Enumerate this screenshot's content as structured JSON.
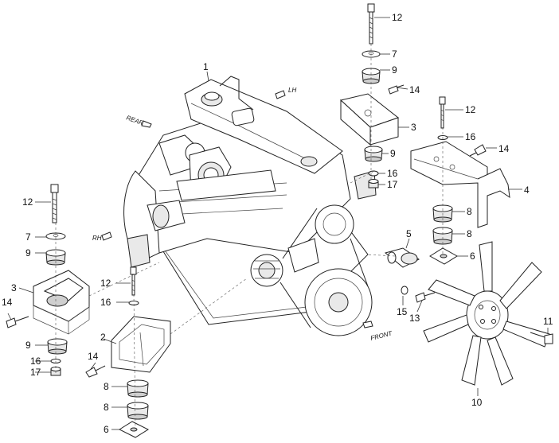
{
  "callouts": [
    {
      "id": "c1",
      "text": "1"
    },
    {
      "id": "c12a",
      "text": "12"
    },
    {
      "id": "c7a",
      "text": "7"
    },
    {
      "id": "c9a",
      "text": "9"
    },
    {
      "id": "c14a",
      "text": "14"
    },
    {
      "id": "c3a",
      "text": "3"
    },
    {
      "id": "c12b",
      "text": "12"
    },
    {
      "id": "c16a",
      "text": "16"
    },
    {
      "id": "c14b",
      "text": "14"
    },
    {
      "id": "c9b",
      "text": "9"
    },
    {
      "id": "c16b",
      "text": "16"
    },
    {
      "id": "c17a",
      "text": "17"
    },
    {
      "id": "c4",
      "text": "4"
    },
    {
      "id": "c8a",
      "text": "8"
    },
    {
      "id": "c8b",
      "text": "8"
    },
    {
      "id": "c6a",
      "text": "6"
    },
    {
      "id": "c5",
      "text": "5"
    },
    {
      "id": "c12c",
      "text": "12"
    },
    {
      "id": "c7b",
      "text": "7"
    },
    {
      "id": "c9c",
      "text": "9"
    },
    {
      "id": "c3b",
      "text": "3"
    },
    {
      "id": "c14c",
      "text": "14"
    },
    {
      "id": "c9d",
      "text": "9"
    },
    {
      "id": "c16c",
      "text": "16"
    },
    {
      "id": "c17b",
      "text": "17"
    },
    {
      "id": "c12d",
      "text": "12"
    },
    {
      "id": "c16d",
      "text": "16"
    },
    {
      "id": "c2",
      "text": "2"
    },
    {
      "id": "c14d",
      "text": "14"
    },
    {
      "id": "c8c",
      "text": "8"
    },
    {
      "id": "c8d",
      "text": "8"
    },
    {
      "id": "c6b",
      "text": "6"
    },
    {
      "id": "c15",
      "text": "15"
    },
    {
      "id": "c13",
      "text": "13"
    },
    {
      "id": "c11",
      "text": "11"
    },
    {
      "id": "c10",
      "text": "10"
    }
  ],
  "direction_labels": {
    "rear": "REAR",
    "front": "FRONT",
    "lh": "LH",
    "rh": "RH"
  }
}
